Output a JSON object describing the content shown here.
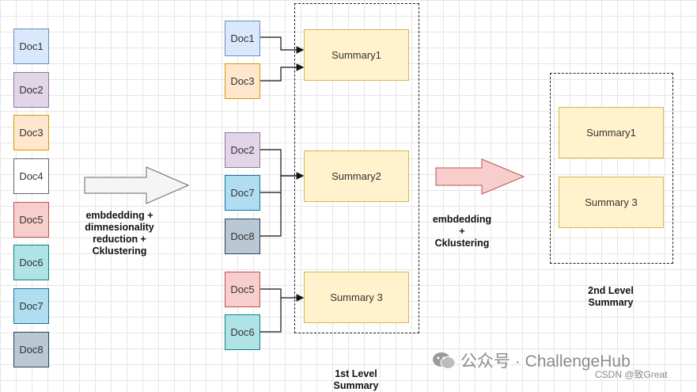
{
  "colors": {
    "blue": {
      "fill": "#dae8fc",
      "stroke": "#6c8ebf"
    },
    "purple": {
      "fill": "#e1d5e7",
      "stroke": "#9673a6"
    },
    "orange": {
      "fill": "#ffe6cc",
      "stroke": "#d79b00"
    },
    "white": {
      "fill": "#ffffff",
      "stroke": "#666666"
    },
    "red": {
      "fill": "#f8cecc",
      "stroke": "#b85450"
    },
    "teal": {
      "fill": "#b0e3e6",
      "stroke": "#0e8088"
    },
    "lightblue": {
      "fill": "#b1ddf0",
      "stroke": "#10739e"
    },
    "gray": {
      "fill": "#bac8d3",
      "stroke": "#23445d"
    },
    "summary": {
      "fill": "#fff2cc",
      "stroke": "#d6b656"
    }
  },
  "input_docs": [
    {
      "label": "Doc1",
      "color": "blue"
    },
    {
      "label": "Doc2",
      "color": "purple"
    },
    {
      "label": "Doc3",
      "color": "orange"
    },
    {
      "label": "Doc4",
      "color": "white"
    },
    {
      "label": "Doc5",
      "color": "red"
    },
    {
      "label": "Doc6",
      "color": "teal"
    },
    {
      "label": "Doc7",
      "color": "lightblue"
    },
    {
      "label": "Doc8",
      "color": "gray"
    }
  ],
  "arrow1": {
    "label": "embdedding +\ndimnesionality\nreduction +\nCklustering",
    "fill": "#f5f5f5",
    "stroke": "#666666"
  },
  "clusters": [
    {
      "docs": [
        {
          "label": "Doc1",
          "color": "blue"
        },
        {
          "label": "Doc3",
          "color": "orange"
        }
      ],
      "summary": "Summary1"
    },
    {
      "docs": [
        {
          "label": "Doc2",
          "color": "purple"
        },
        {
          "label": "Doc7",
          "color": "lightblue"
        },
        {
          "label": "Doc8",
          "color": "gray"
        }
      ],
      "summary": "Summary2"
    },
    {
      "docs": [
        {
          "label": "Doc5",
          "color": "red"
        },
        {
          "label": "Doc6",
          "color": "teal"
        }
      ],
      "summary": "Summary 3"
    }
  ],
  "level1_label": "1st Level\nSummary",
  "arrow2": {
    "label": "embdedding\n+\nCklustering",
    "fill": "#f8cecc",
    "stroke": "#b85450"
  },
  "level2": {
    "summaries": [
      "Summary1",
      "Summary 3"
    ],
    "label": "2nd Level\nSummary"
  },
  "watermark": "公众号 · ChallengeHub",
  "credit": "CSDN @致Great"
}
